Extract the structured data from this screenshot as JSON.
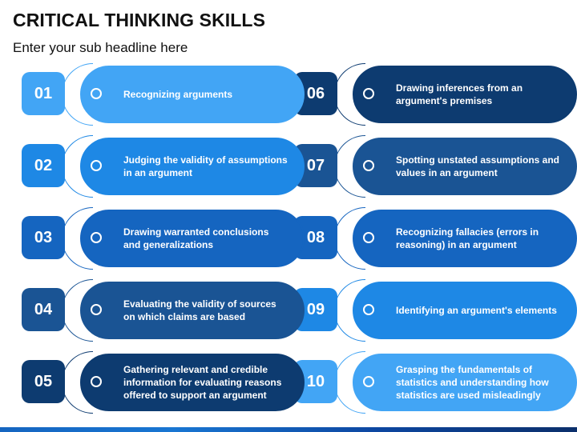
{
  "title": "CRITICAL THINKING SKILLS",
  "subtitle": "Enter your sub headline here",
  "items": [
    {
      "num": "01",
      "text": "Recognizing arguments",
      "color": "#42a5f5"
    },
    {
      "num": "02",
      "text": "Judging the validity of assumptions in an argument",
      "color": "#1e88e5"
    },
    {
      "num": "03",
      "text": "Drawing warranted conclusions and generalizations",
      "color": "#1565c0"
    },
    {
      "num": "04",
      "text": "Evaluating the validity of sources on which claims are based",
      "color": "#1a5494"
    },
    {
      "num": "05",
      "text": "Gathering relevant and credible information for evaluating reasons offered to support an argument",
      "color": "#0d3b70"
    },
    {
      "num": "06",
      "text": "Drawing inferences from an argument's premises",
      "color": "#0d3b70"
    },
    {
      "num": "07",
      "text": "Spotting unstated assumptions and values in an argument",
      "color": "#1a5494"
    },
    {
      "num": "08",
      "text": "Recognizing fallacies (errors in reasoning) in an argument",
      "color": "#1565c0"
    },
    {
      "num": "09",
      "text": "Identifying an argument's elements",
      "color": "#1e88e5"
    },
    {
      "num": "10",
      "text": "Grasping the fundamentals of statistics and understanding how statistics are used misleadingly",
      "color": "#42a5f5"
    }
  ]
}
